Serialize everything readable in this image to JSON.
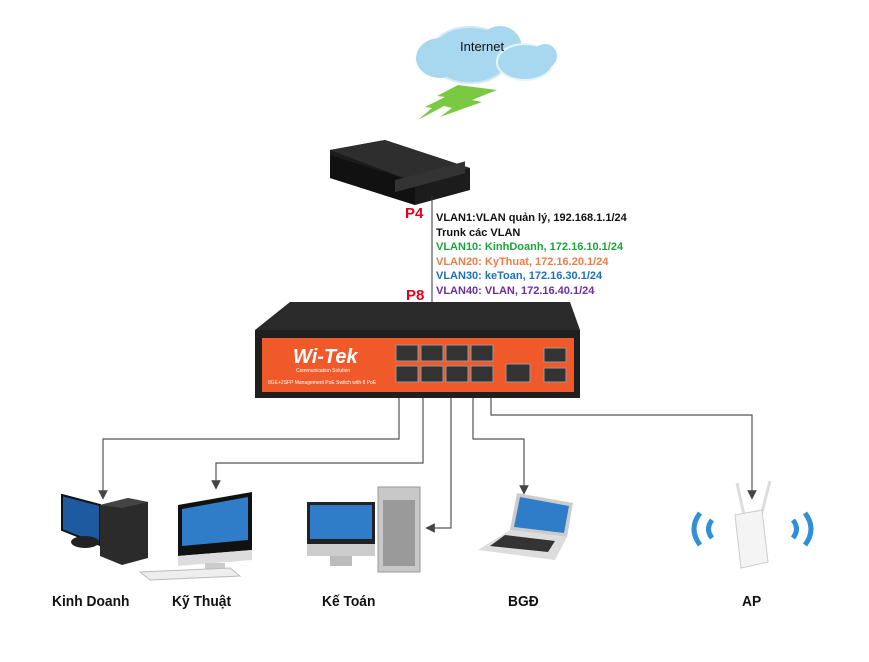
{
  "internet": {
    "label": "Internet"
  },
  "router": {
    "port_label": "P4"
  },
  "switch": {
    "port_label": "P8",
    "brand": "Wi-Tek",
    "brand_sub": "Communication Solution",
    "model": "8GE+2SFP Management PoE Switch with 8 PoE"
  },
  "vlan_info": [
    {
      "text": "VLAN1:VLAN quản lý, 192.168.1.1/24",
      "color": "#111111"
    },
    {
      "text": "Trunk các VLAN",
      "color": "#111111"
    },
    {
      "text": "VLAN10: KinhDoanh, 172.16.10.1/24",
      "color": "#1aa63a"
    },
    {
      "text": "VLAN20: KyThuat, 172.16.20.1/24",
      "color": "#f07c4a"
    },
    {
      "text": "VLAN30: keToan, 172.16.30.1/24",
      "color": "#1a6fc0"
    },
    {
      "text": "VLAN40: VLAN, 172.16.40.1/24",
      "color": "#6b2fa0"
    }
  ],
  "devices": [
    {
      "label": "Kinh Doanh"
    },
    {
      "label": "Kỹ  Thuật"
    },
    {
      "label": "Kế Toán"
    },
    {
      "label": "BGĐ"
    },
    {
      "label": "AP"
    }
  ],
  "colors": {
    "switch_orange": "#f05a2a",
    "switch_body": "#2a2a2a",
    "cloud": "#a8d8f0",
    "lightning": "#7ac943",
    "wifi": "#2f8fd8"
  }
}
